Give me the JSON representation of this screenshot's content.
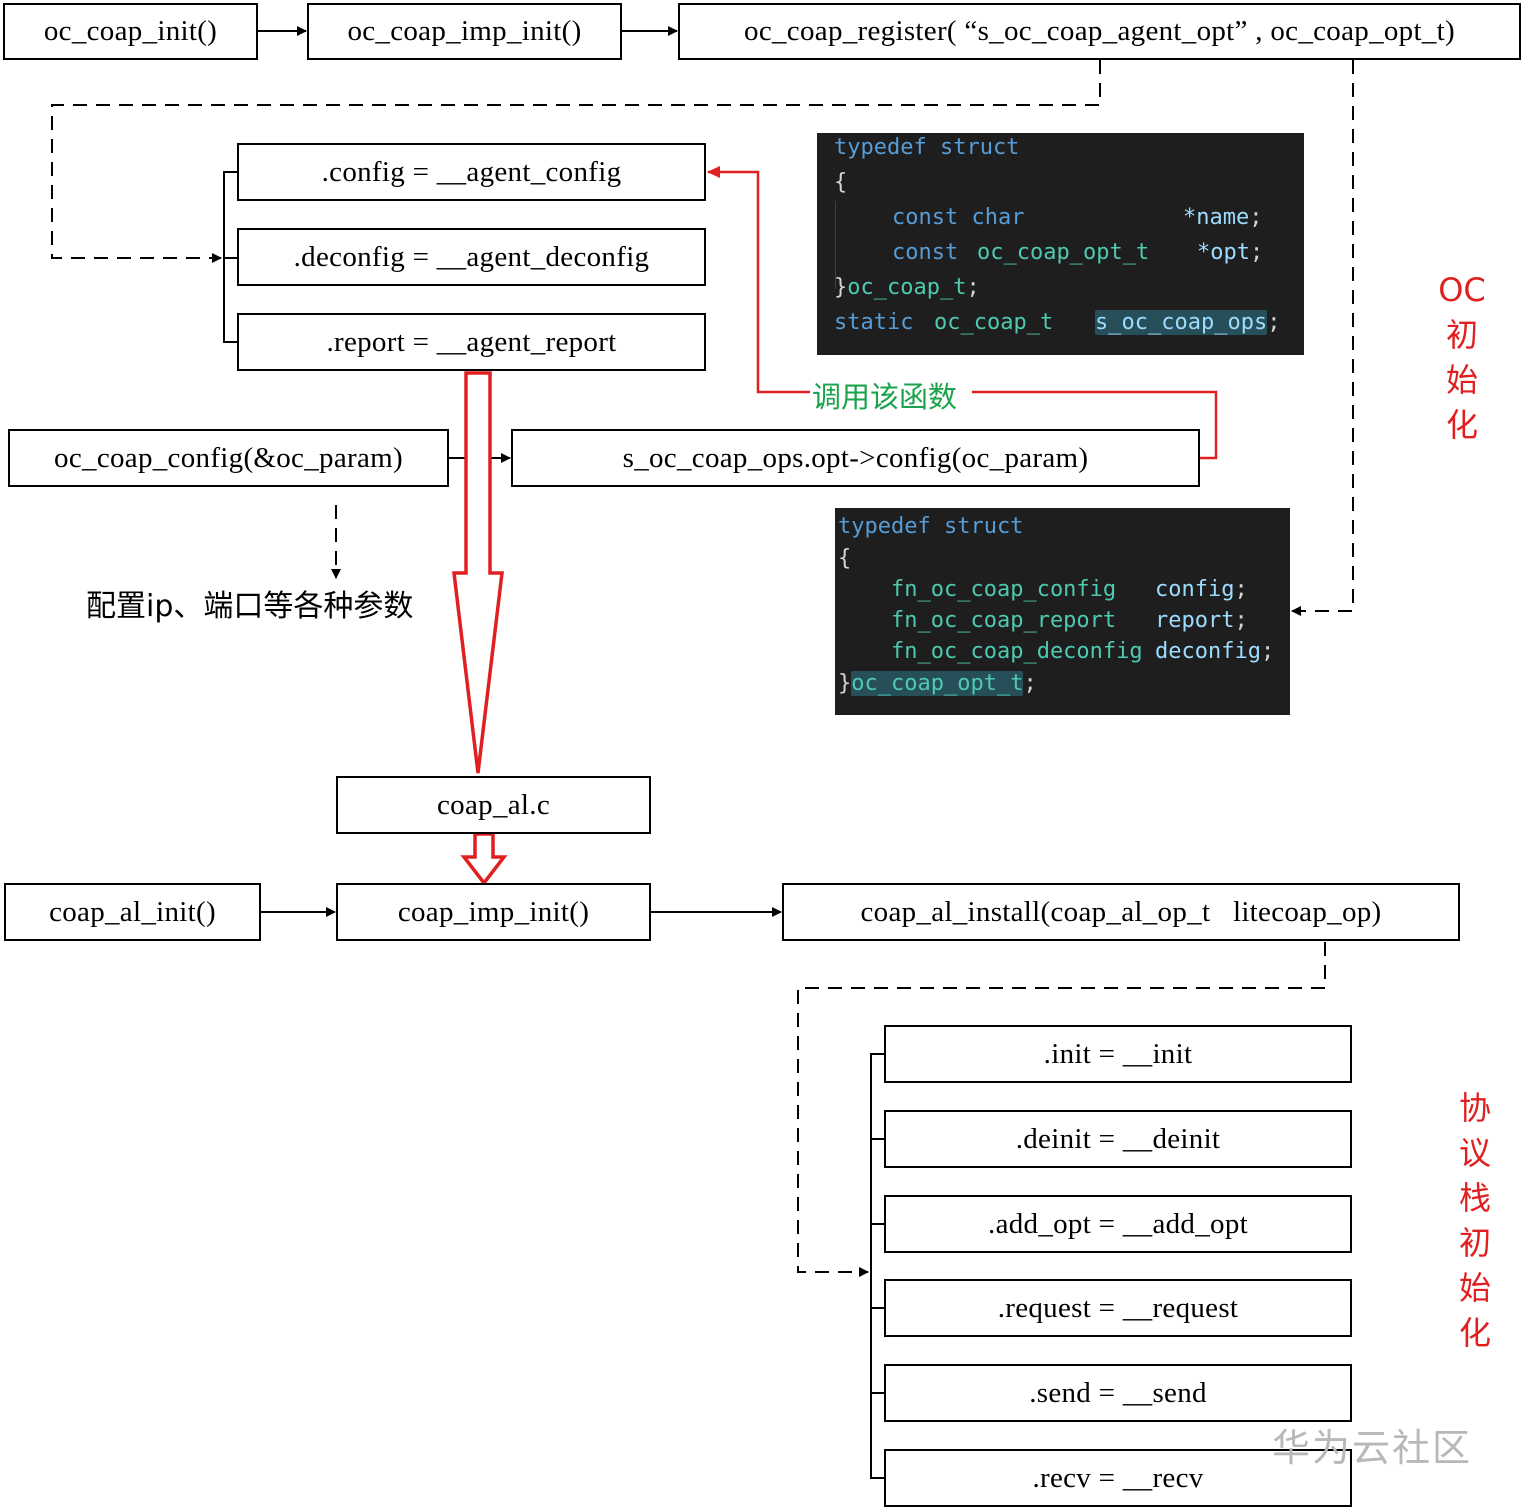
{
  "boxes": {
    "oc_coap_init": "oc_coap_init()",
    "oc_coap_imp_init": "oc_coap_imp_init()",
    "oc_coap_register": "oc_coap_register( “s_oc_coap_agent_opt” , oc_coap_opt_t)",
    "config": ".config = __agent_config",
    "deconfig": ".deconfig = __agent_deconfig",
    "report": ".report = __agent_report",
    "oc_coap_config": "oc_coap_config(&oc_param)",
    "ops_config": "s_oc_coap_ops.opt->config(oc_param)",
    "coap_al_c": "coap_al.c",
    "coap_al_init": "coap_al_init()",
    "coap_imp_init": "coap_imp_init()",
    "coap_al_install": "coap_al_install(coap_al_op_t   litecoap_op)",
    "init": ".init = __init",
    "deinit": ".deinit = __deinit",
    "add_opt": ".add_opt = __add_opt",
    "request": ".request = __request",
    "send": ".send = __send",
    "recv": ".recv = __recv"
  },
  "labels": {
    "call_function": "调用该函数",
    "config_params": "配置ip、端口等各种参数",
    "oc_init": [
      "OC",
      "初",
      "始",
      "化"
    ],
    "stack_init": [
      "协",
      "议",
      "栈",
      "初",
      "始",
      "化"
    ],
    "watermark": "华为云社区"
  },
  "code1": {
    "l1_kw": "typedef struct",
    "l2": "{",
    "l3_kw": "const char",
    "l3_id": "*name",
    "l4_kw": "const",
    "l4_ty": "oc_coap_opt_t",
    "l4_id": "*opt",
    "l5_brace": "}",
    "l5_ty": "oc_coap_t",
    "l6_kw": "static",
    "l6_ty": "oc_coap_t",
    "l6_id": "s_oc_coap_ops",
    "semi": ";"
  },
  "code2": {
    "l1_kw": "typedef struct",
    "l2": "{",
    "f1_ty": "fn_oc_coap_config",
    "f1_id": "config",
    "f2_ty": "fn_oc_coap_report",
    "f2_id": "report",
    "f3_ty": "fn_oc_coap_deconfig",
    "f3_id": "deconfig",
    "l6_brace": "}",
    "l6_ty": "oc_coap_opt_t",
    "semi": ";"
  },
  "colors": {
    "red": "#e02020",
    "green": "#1aa34a",
    "code_bg": "#1e1e1e",
    "keyword": "#569cd6",
    "type": "#4ec9b0",
    "identifier": "#9cdcfe"
  }
}
